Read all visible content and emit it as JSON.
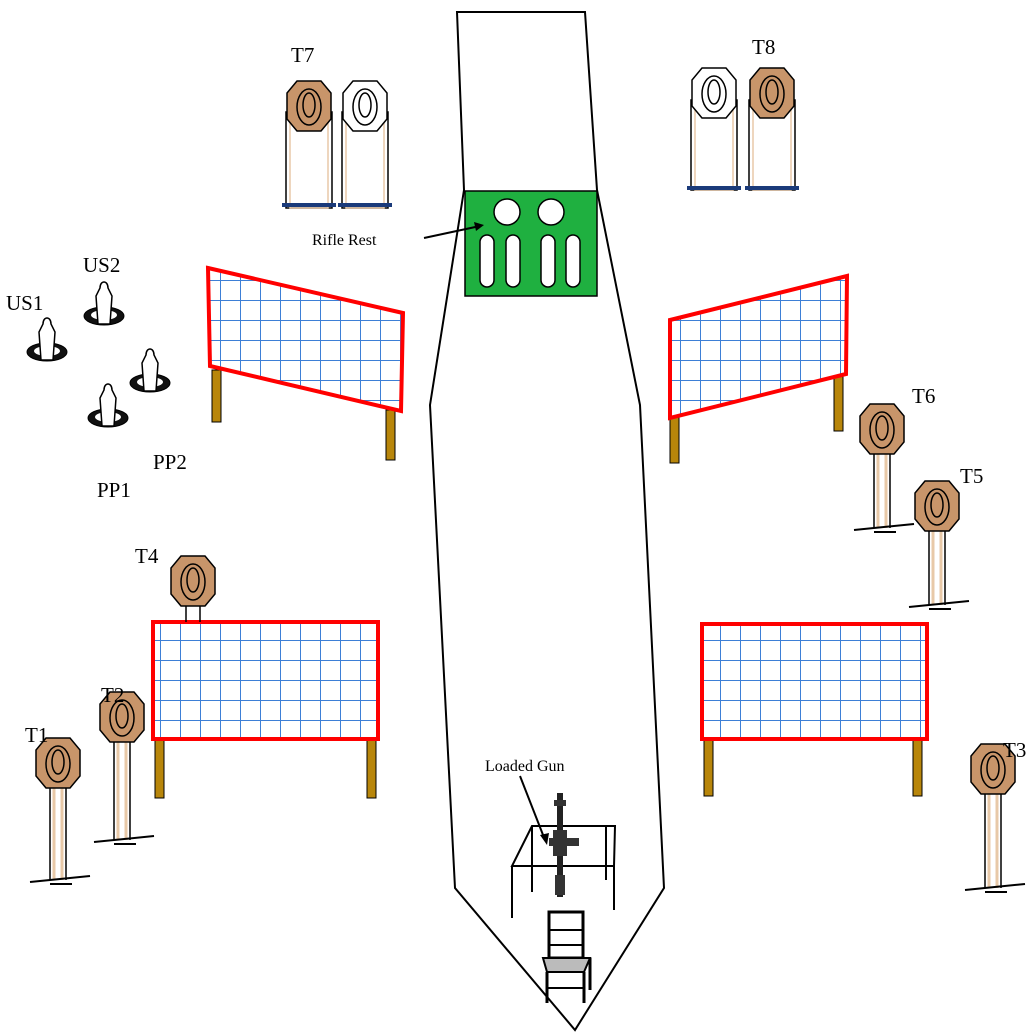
{
  "labels": {
    "t1": "T1",
    "t2": "T2",
    "t3": "T3",
    "t4": "T4",
    "t5": "T5",
    "t6": "T6",
    "t7": "T7",
    "t8": "T8",
    "us1": "US1",
    "us2": "US2",
    "pp1": "PP1",
    "pp2": "PP2",
    "rifle_rest": "Rifle Rest",
    "loaded_gun": "Loaded Gun"
  },
  "colors": {
    "steel_target": "#c8956a",
    "barrier_frame": "#ff0000",
    "barrier_grid": "#3d7fd6",
    "barrier_legs": "#b8860b",
    "rifle_rest": "#1fb040",
    "stand_legs": "#e8c9a8"
  }
}
